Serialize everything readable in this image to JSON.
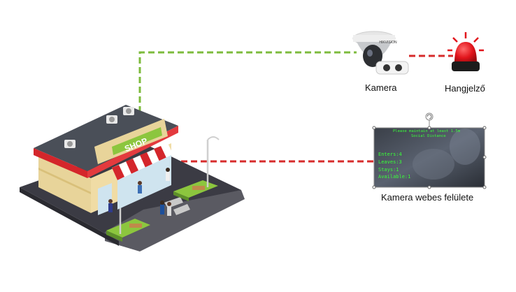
{
  "labels": {
    "camera": "Kamera",
    "siren": "Hangjelző",
    "web_interface": "Kamera webes felülete"
  },
  "shop_sign": "SHOP",
  "camera_brand": "HIKVISION",
  "screen": {
    "header_line1": "Please maintain at least 1.5m",
    "header_line2": "Social Distance",
    "enters": "Enters:4",
    "leaves": "Leaves:3",
    "stays": "Stays:1",
    "available": "Available:1"
  },
  "colors": {
    "network_link": "#7dbb3c",
    "alarm_link": "#d72b2b",
    "siren_red": "#e1141b",
    "shop_roof": "#d4262b",
    "screen_text": "#39ff39"
  }
}
